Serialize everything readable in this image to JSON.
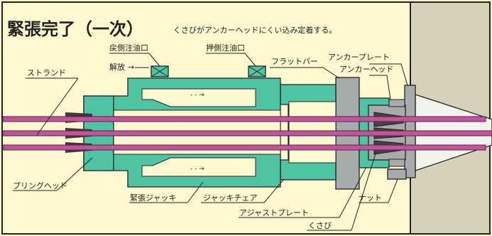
{
  "title": "緊張完了（一次）",
  "subtitle": "くさびがアンカーヘッドにくい込み定着する。",
  "labels": {
    "release_port": "戻側注油口",
    "push_port": "押側注油口",
    "release_marker": "解放",
    "flat_bar": "フラットバー",
    "anchor_plate": "アンカープレート",
    "anchor_head": "アンカーヘッド",
    "strand": "ストランド",
    "spring_head": "プリングヘッド",
    "tension_jack": "緊張ジャッキ",
    "jack_chair": "ジャッキチェア",
    "adjust_plate": "アジャストプレート",
    "nut": "ナット",
    "wedge": "くさび"
  },
  "colors": {
    "background": "#fdf8cf",
    "concrete": "#d6d1b8",
    "jack_green": "#4fc4a3",
    "steel_gray": "#a8abab",
    "strand_pink": "#c0569a",
    "outline": "#222222"
  }
}
